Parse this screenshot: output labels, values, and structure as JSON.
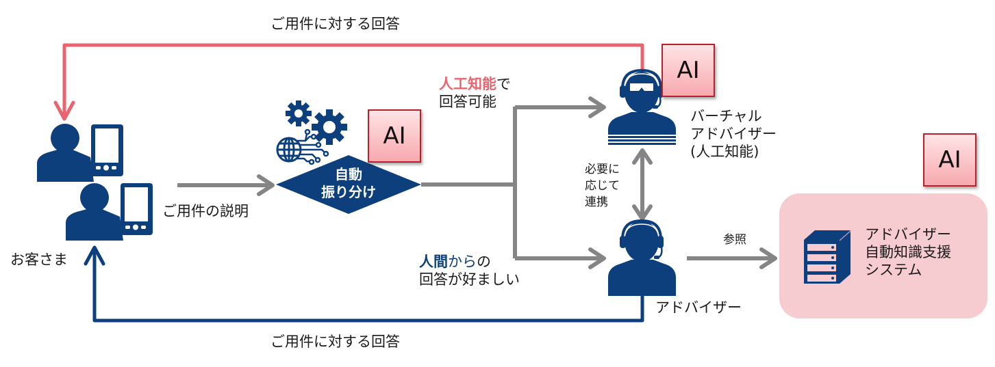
{
  "colors": {
    "navy": "#0d3f7d",
    "pink_arrow": "#e8646e",
    "gray_arrow": "#858585",
    "ai_badge_border": "#b8202c",
    "kb_box_fill": "#f7ccd0"
  },
  "top_flow": {
    "label": "ご用件に対する回答"
  },
  "bottom_flow": {
    "label": "ご用件に対する回答"
  },
  "customer": {
    "label": "お客さま",
    "icon": "person-with-smartphone-icon"
  },
  "request_flow": {
    "label": "ご用件の説明"
  },
  "router": {
    "line1": "自動",
    "line2": "振り分け",
    "icon": "gears-globe-circuit-icon",
    "ai_badge": "AI"
  },
  "branch_ai": {
    "highlight": "人工知能",
    "suffix": "で",
    "line2": "回答可能"
  },
  "branch_human": {
    "highlight": "人間",
    "mid": "から",
    "suffix": "の",
    "line2": "回答が好ましい"
  },
  "virtual_advisor": {
    "line1": "バーチャル",
    "line2": "アドバイザー",
    "line3": "(人工知能)",
    "ai_badge": "AI",
    "icon": "virtual-operator-headset-icon"
  },
  "collaboration": {
    "line1": "必要に",
    "line2": "応じて",
    "line3": "連携"
  },
  "advisor": {
    "label": "アドバイザー",
    "icon": "operator-headset-icon"
  },
  "reference": {
    "label": "参照"
  },
  "knowledge_system": {
    "line1": "アドバイザー",
    "line2": "自動知識支援",
    "line3": "システム",
    "ai_badge": "AI",
    "icon": "server-icon"
  }
}
